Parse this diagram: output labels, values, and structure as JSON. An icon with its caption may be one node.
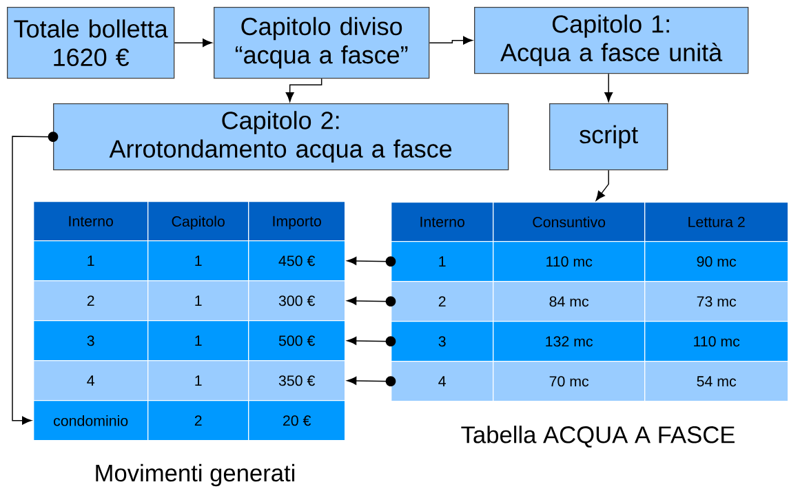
{
  "diagram": {
    "nodes": [
      {
        "text": [
          "Totale bolletta 1620 €"
        ]
      },
      {
        "text": [
          "Capitolo diviso “acqua a fasce”"
        ]
      },
      {
        "text": [
          "Capitolo 1:",
          "Acqua a fasce unità"
        ]
      },
      {
        "text": [
          "Capitolo 2:",
          "Arrotondamento acqua a fasce"
        ]
      },
      {
        "text": [
          "script"
        ]
      },
      {
        "text": [
          "Interno"
        ]
      },
      {
        "text": [
          "Capitolo"
        ]
      },
      {
        "text": [
          "Importo"
        ]
      },
      {
        "text": [
          "1"
        ]
      },
      {
        "text": [
          "1"
        ]
      },
      {
        "text": [
          "450 €"
        ]
      },
      {
        "text": [
          "2"
        ]
      },
      {
        "text": [
          "1"
        ]
      },
      {
        "text": [
          "300 €"
        ]
      },
      {
        "text": [
          "3"
        ]
      },
      {
        "text": [
          "1"
        ]
      },
      {
        "text": [
          "500 €"
        ]
      },
      {
        "text": [
          "4"
        ]
      },
      {
        "text": [
          "1"
        ]
      },
      {
        "text": [
          "350 €"
        ]
      },
      {
        "text": [
          "condominio"
        ]
      },
      {
        "text": [
          "2"
        ]
      },
      {
        "text": [
          "20 €"
        ]
      },
      {
        "text": [
          "Interno"
        ]
      },
      {
        "text": [
          "Consuntivo"
        ]
      },
      {
        "text": [
          "Lettura 2"
        ]
      },
      {
        "text": [
          "1"
        ]
      },
      {
        "text": [
          "110 mc"
        ]
      },
      {
        "text": [
          "90 mc"
        ]
      },
      {
        "text": [
          "2"
        ]
      },
      {
        "text": [
          "84 mc"
        ]
      },
      {
        "text": [
          "73 mc"
        ]
      },
      {
        "text": [
          "3"
        ]
      },
      {
        "text": [
          "132 mc"
        ]
      },
      {
        "text": [
          "110 mc"
        ]
      },
      {
        "text": [
          "4"
        ]
      },
      {
        "text": [
          "70 mc"
        ]
      },
      {
        "text": [
          "54 mc"
        ]
      }
    ],
    "edges": [
      {
        "from": 0,
        "to": 1,
        "arrow": "to"
      },
      {
        "from": 1,
        "to": 2,
        "arrow": "to"
      },
      {
        "from": 1,
        "to": 3,
        "arrow": "to"
      },
      {
        "from": 2,
        "to": 4,
        "arrow": "to"
      },
      {
        "from": 4,
        "to": 24,
        "arrow": "to"
      },
      {
        "from": 3,
        "to": 20,
        "arrow": "to"
      },
      {
        "from": 26,
        "to": 10,
        "arrow": "to"
      },
      {
        "from": 29,
        "to": 13,
        "arrow": "to"
      },
      {
        "from": 32,
        "to": 16,
        "arrow": "to"
      },
      {
        "from": 35,
        "to": 19,
        "arrow": "to"
      }
    ],
    "labels": [
      "Tabella ACQUA A FASCE",
      "Movimenti generati"
    ]
  }
}
